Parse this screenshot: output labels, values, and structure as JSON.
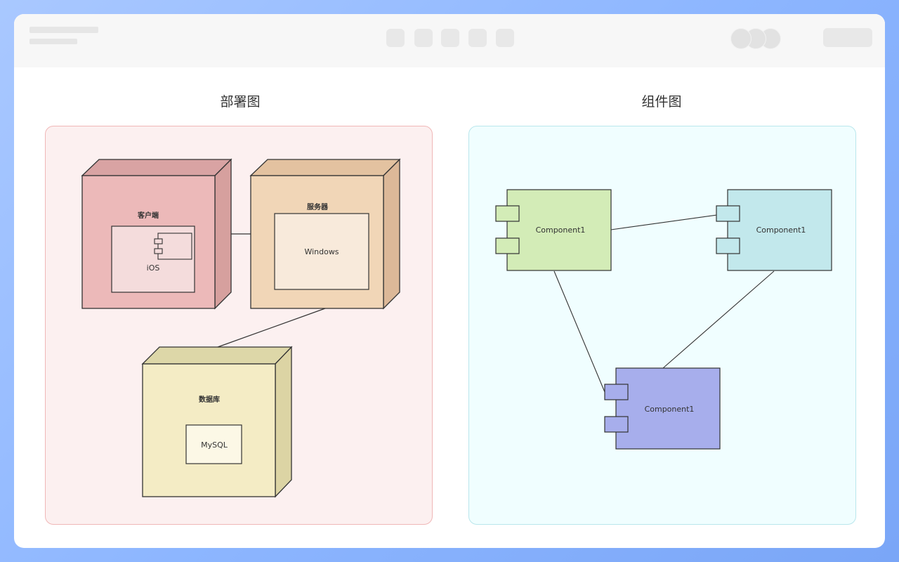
{
  "deployment": {
    "title": "部署图",
    "client": {
      "label": "客户端",
      "inner": "iOS"
    },
    "server": {
      "label": "服务器",
      "inner": "Windows"
    },
    "database": {
      "label": "数据库",
      "inner": "MySQL"
    }
  },
  "component": {
    "title": "组件图",
    "components": [
      {
        "label": "Component1",
        "color": "#d3ecb7"
      },
      {
        "label": "Component1",
        "color": "#c2e8ec"
      },
      {
        "label": "Component1",
        "color": "#a7aeec"
      }
    ]
  },
  "colors": {
    "client": "#ecb9b9",
    "server": "#f1d6b7",
    "database": "#f4ecc5",
    "left_panel": "#fcf0f0",
    "right_panel": "#f0feff"
  }
}
